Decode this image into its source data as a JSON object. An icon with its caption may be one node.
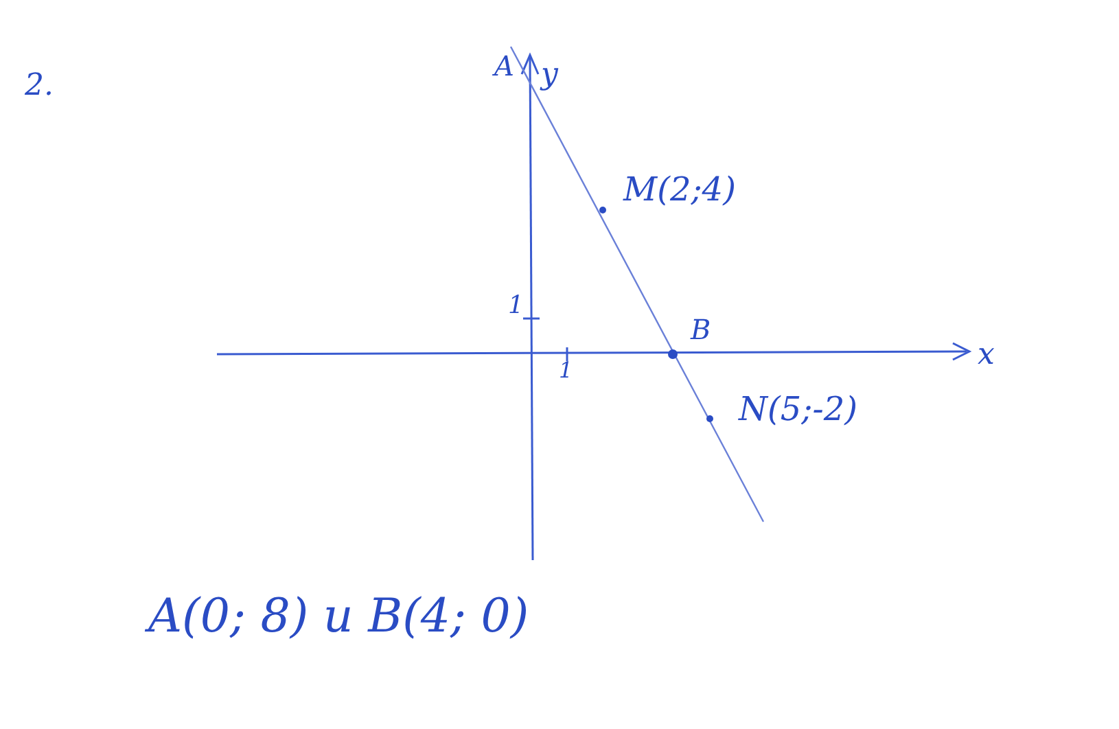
{
  "diagram": {
    "labels": [
      "2.",
      "A",
      "y",
      "M(2;4)",
      "1",
      "B",
      "x",
      "1",
      "N(5;-2)",
      "A(0; 8) и B(4; 0)"
    ]
  }
}
